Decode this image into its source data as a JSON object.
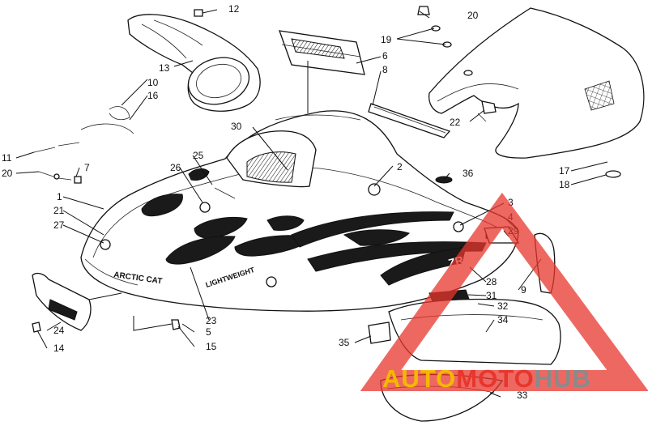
{
  "callouts": [
    "1",
    "2",
    "3",
    "4",
    "5",
    "6",
    "7",
    "8",
    "9",
    "10",
    "11",
    "12",
    "13",
    "14",
    "15",
    "16",
    "17",
    "18",
    "19",
    "20",
    "21",
    "22",
    "23",
    "24",
    "25",
    "26",
    "27",
    "28",
    "29",
    "30",
    "31",
    "32",
    "33",
    "34",
    "35",
    "36"
  ],
  "decal_text": {
    "brand": "ARCTIC CAT",
    "model": "LIGHTWEIGHT",
    "badge": "ZR"
  },
  "watermark": {
    "part1": "AUTO",
    "part2": "MOTO",
    "part3": "HUB",
    "color1": "#f5b800",
    "color2": "#e8362d",
    "color3": "#8a8a8a"
  }
}
